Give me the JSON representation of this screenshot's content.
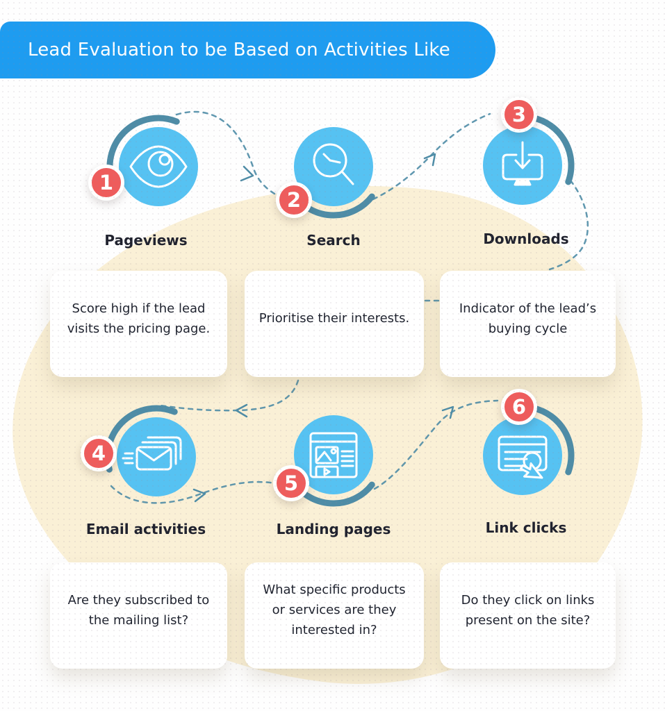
{
  "header": {
    "title": "Lead Evaluation to be Based on Activities Like",
    "background_color": "#1E9CF0",
    "text_color": "#FFFFFF"
  },
  "colors": {
    "circle_blue": "#56C2F2",
    "badge_red": "#EE5C5C",
    "arc_teal": "#4E8CA6",
    "connector_teal": "#4E8CA6",
    "blob_cream": "#FAF0D6",
    "text_dark": "#20222E",
    "card_background": "#FFFFFF"
  },
  "items": [
    {
      "number": "1",
      "label": "Pageviews",
      "icon": "eye-icon",
      "description": "Score high if the lead visits the pricing page."
    },
    {
      "number": "2",
      "label": "Search",
      "icon": "search-clock-icon",
      "description": "Prioritise their interests."
    },
    {
      "number": "3",
      "label": "Downloads",
      "icon": "download-monitor-icon",
      "description": "Indicator of the lead’s buying cycle"
    },
    {
      "number": "4",
      "label": "Email activities",
      "icon": "email-stack-icon",
      "description": "Are they subscribed to the mailing list?"
    },
    {
      "number": "5",
      "label": "Landing pages",
      "icon": "landing-page-icon",
      "description": "What specific products or services are they interested in?"
    },
    {
      "number": "6",
      "label": "Link clicks",
      "icon": "link-click-icon",
      "description": "Do they click on links present on the site?"
    }
  ]
}
